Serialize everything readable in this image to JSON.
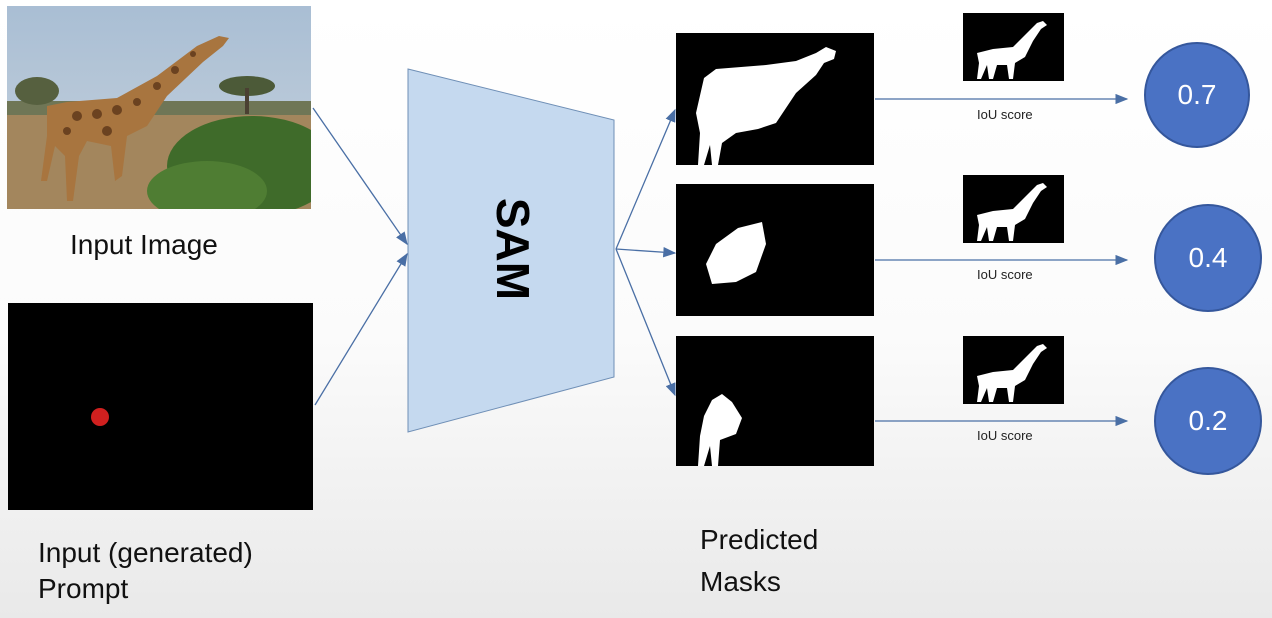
{
  "labels": {
    "input_image": "Input Image",
    "input_prompt_line1": "Input (generated)",
    "input_prompt_line2": "Prompt",
    "model": "SAM",
    "predicted_line1": "Predicted",
    "predicted_line2": "Masks"
  },
  "outputs": [
    {
      "score_label": "IoU score",
      "score": "0.7"
    },
    {
      "score_label": "IoU score",
      "score": "0.4"
    },
    {
      "score_label": "IoU score",
      "score": "0.2"
    }
  ],
  "colors": {
    "model_fill": "#c5d9ef",
    "arrow": "#4a6fa5",
    "score_circle": "#4a72c4",
    "prompt_point": "#d0201f"
  }
}
